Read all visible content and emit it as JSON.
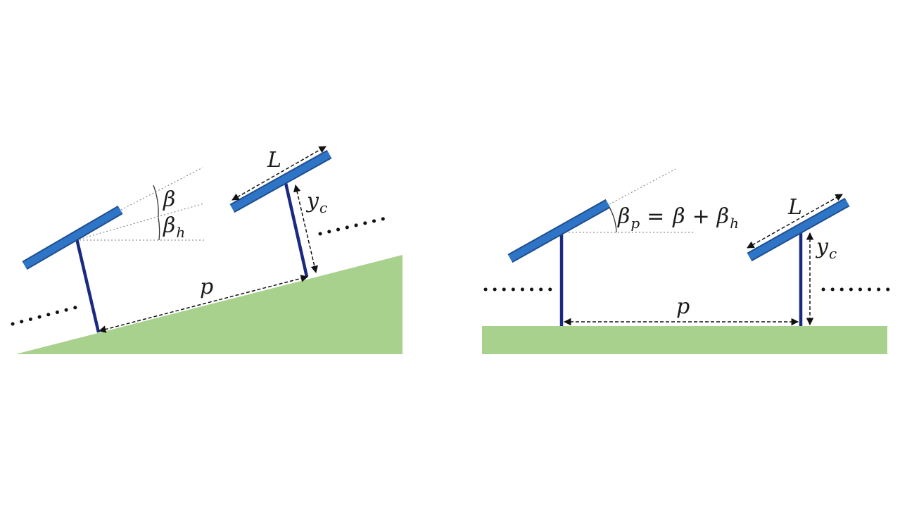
{
  "colors": {
    "ground": "#a9d18e",
    "panel": "#2e75c8",
    "panel_edge": "#1f4e8c",
    "post": "#1a2a80",
    "guide": "#777777",
    "dim": "#111111"
  },
  "left_diagram": {
    "beta": "β",
    "beta_h_main": "β",
    "beta_h_sub": "h",
    "length": "L",
    "yc_main": "y",
    "yc_sub": "c",
    "pitch": "p"
  },
  "right_diagram": {
    "beta_p_main": "β",
    "beta_p_sub": "p",
    "equals": "=",
    "beta": "β",
    "plus": "+",
    "beta_h_main": "β",
    "beta_h_sub": "h",
    "length": "L",
    "yc_main": "y",
    "yc_sub": "c",
    "pitch": "p"
  }
}
